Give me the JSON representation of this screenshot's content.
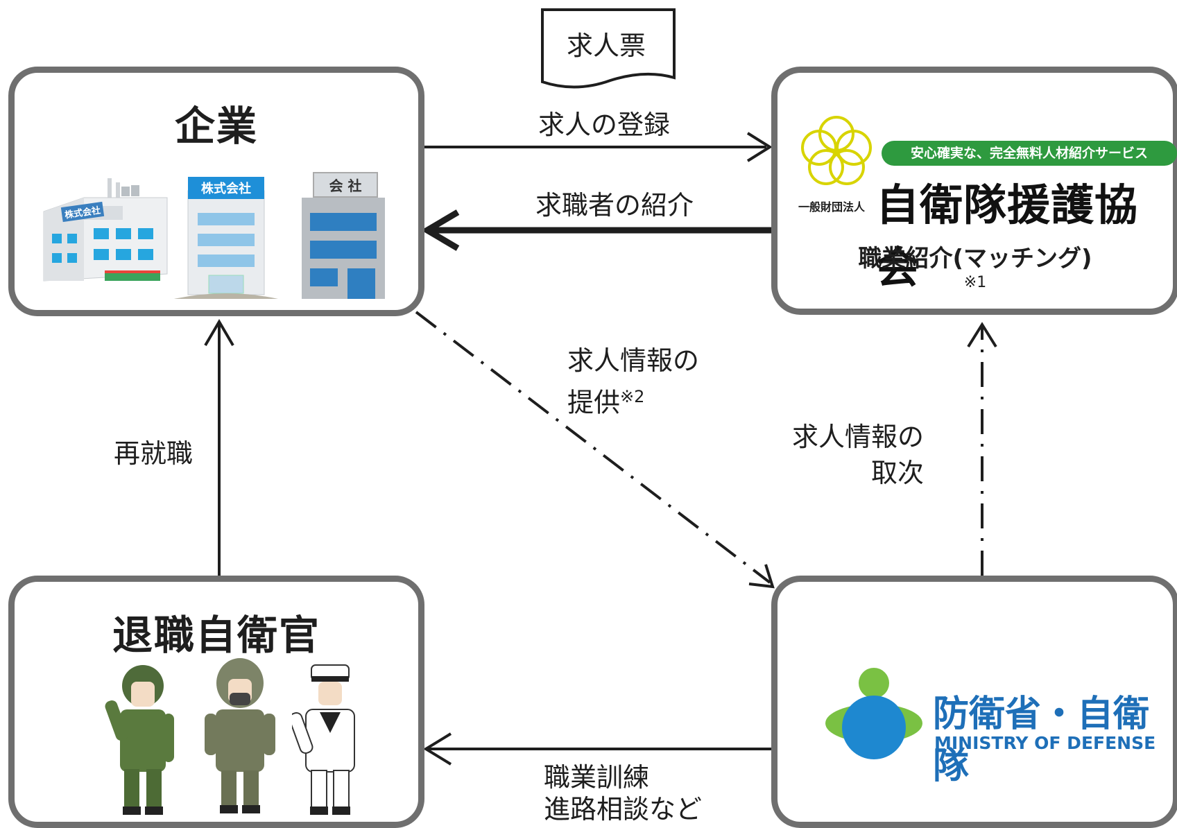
{
  "document": {
    "label": "求人票"
  },
  "company": {
    "title": "企業",
    "signs": [
      "株式会社",
      "株式会社",
      "会 社"
    ]
  },
  "association": {
    "ribbon": "安心確実な、完全無料人材紹介サービス",
    "prefix": "一般財団法人",
    "name": "自衛隊援護協会",
    "role": "職業紹介(マッチング)",
    "note": "※1"
  },
  "retired": {
    "title": "退職自衛官"
  },
  "ministry": {
    "name": "防衛省・自衛隊",
    "name_en": "MINISTRY OF DEFENSE"
  },
  "arrows": {
    "register": "求人の登録",
    "introduce": "求職者の紹介",
    "provide_line1": "求人情報の",
    "provide_line2": "提供",
    "provide_note": "※2",
    "relay_line1": "求人情報の",
    "relay_line2": "取次",
    "reemploy": "再就職",
    "support_line1": "職業訓練",
    "support_line2": "進路相談など"
  },
  "colors": {
    "border": "#6f6f6f",
    "logo_green": "#2e9a3f",
    "logo_yellow": "#d8d400",
    "mod_blue": "#1e6fb8",
    "mod_green": "#7ac143"
  }
}
